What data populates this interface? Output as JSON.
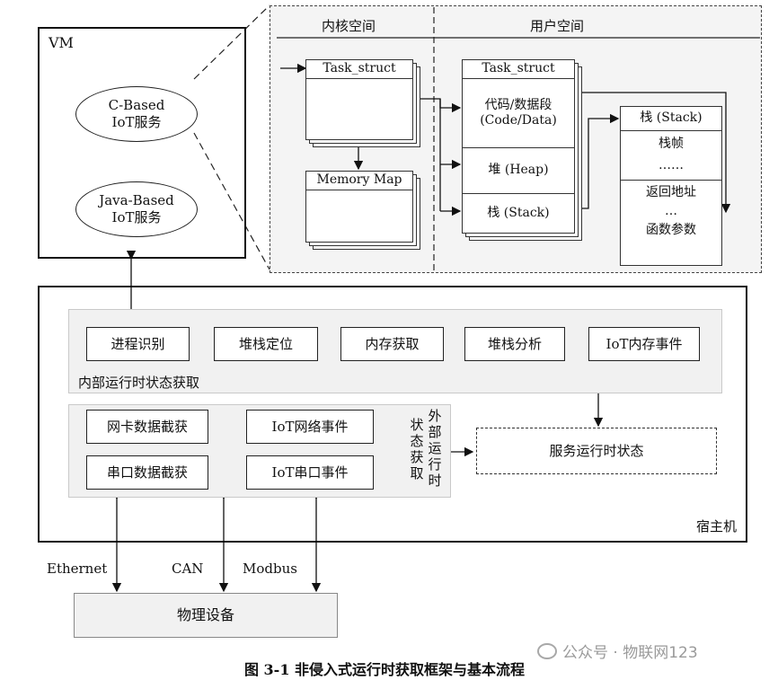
{
  "vm": {
    "title": "VM",
    "c_based_line1": "C-Based",
    "c_based_line2": "IoT服务",
    "java_based_line1": "Java-Based",
    "java_based_line2": "IoT服务"
  },
  "detail": {
    "kernel_space": "内核空间",
    "user_space": "用户空间",
    "kernel_task_struct": "Task_struct",
    "memory_map": "Memory Map",
    "user_task_struct": "Task_struct",
    "code_data_line1": "代码/数据段",
    "code_data_line2": "(Code/Data)",
    "heap": "堆 (Heap)",
    "stack": "栈 (Stack)",
    "stack_detail_title": "栈 (Stack)",
    "stack_frame": "栈帧",
    "ellipsis1": "……",
    "return_addr": "返回地址",
    "ellipsis2": "…",
    "func_params": "函数参数"
  },
  "host": {
    "label": "宿主机",
    "internal": {
      "title": "内部运行时状态获取",
      "steps": [
        "进程识别",
        "堆栈定位",
        "内存获取",
        "堆栈分析",
        "IoT内存事件"
      ]
    },
    "external": {
      "nic_capture": "网卡数据截获",
      "iot_net_event": "IoT网络事件",
      "serial_capture": "串口数据截获",
      "iot_serial_event": "IoT串口事件",
      "vertical_col1": "外部运行时",
      "vertical_col2": "状态获取"
    },
    "service_runtime": "服务运行时状态"
  },
  "links": {
    "ethernet": "Ethernet",
    "can": "CAN",
    "modbus": "Modbus"
  },
  "physical_device": "物理设备",
  "caption": "图  3-1  非侵入式运行时获取框架与基本流程",
  "watermark": "公众号 · 物联网123"
}
